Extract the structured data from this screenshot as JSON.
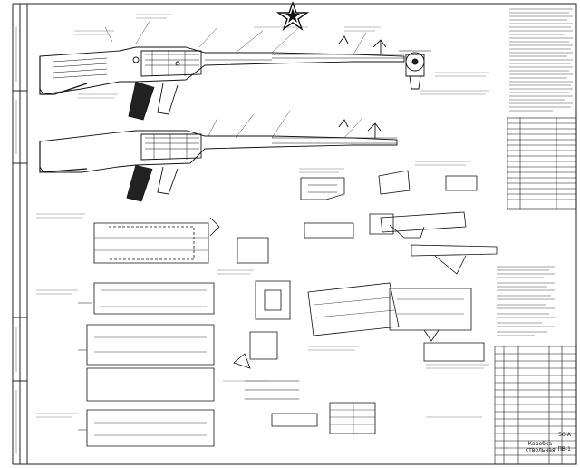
{
  "drawing": {
    "title_block": {
      "designation": "56-А",
      "name": "Коробка ствольная",
      "sheet": "ПВ-1"
    }
  }
}
